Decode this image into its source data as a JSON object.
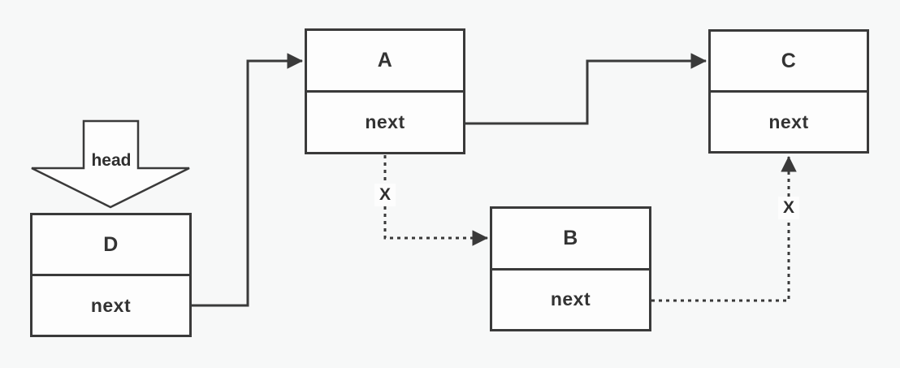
{
  "diagram": {
    "type": "linked-list",
    "background": "#f7f8f8",
    "stroke_color": "#3a3a3a",
    "text_color": "#333333",
    "box_fill": "#fdfdfd",
    "head_pointer": {
      "label": "head",
      "points_to": "D"
    },
    "nodes": [
      {
        "id": "A",
        "label": "A",
        "field": "next"
      },
      {
        "id": "B",
        "label": "B",
        "field": "next"
      },
      {
        "id": "C",
        "label": "C",
        "field": "next"
      },
      {
        "id": "D",
        "label": "D",
        "field": "next"
      }
    ],
    "edges": [
      {
        "from": "D.next",
        "to": "A",
        "style": "solid"
      },
      {
        "from": "A.next",
        "to": "C",
        "style": "solid"
      },
      {
        "from": "A.next",
        "to": "B",
        "style": "dashed",
        "mark": "X"
      },
      {
        "from": "B.next",
        "to": "C",
        "style": "dashed",
        "mark": "X"
      }
    ]
  }
}
